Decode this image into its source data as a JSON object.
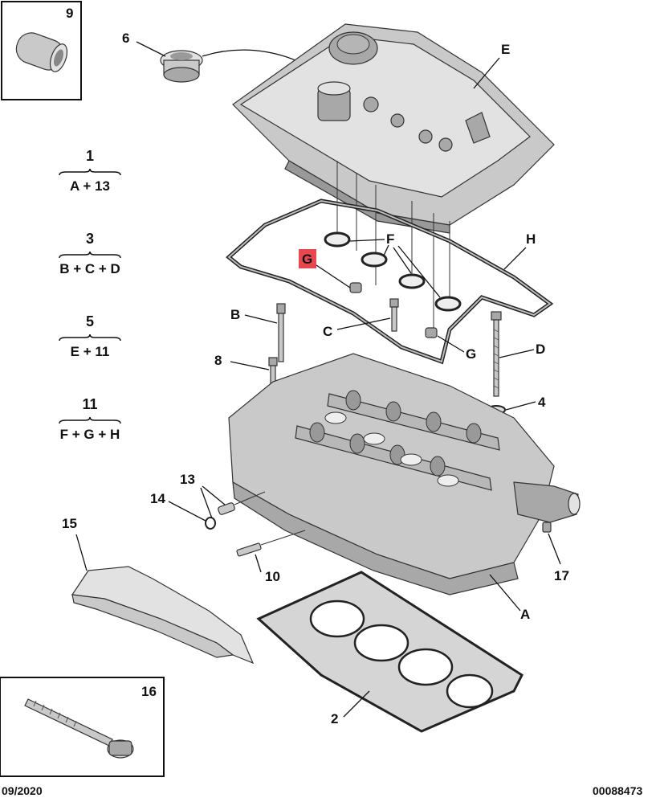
{
  "diagram": {
    "callouts": {
      "c9": "9",
      "c6": "6",
      "cE": "E",
      "cH": "H",
      "cF": "F",
      "cG1": "G",
      "cG2": "G",
      "cB": "B",
      "cC": "C",
      "cD": "D",
      "c8": "8",
      "c4": "4",
      "c13": "13",
      "c14": "14",
      "c15": "15",
      "c10": "10",
      "c17": "17",
      "cA": "A",
      "c16": "16",
      "c2": "2"
    },
    "formulas": [
      {
        "number": "1",
        "expression": "A + 13"
      },
      {
        "number": "3",
        "expression": "B + C + D"
      },
      {
        "number": "5",
        "expression": "E + 11"
      },
      {
        "number": "11",
        "expression": "F + G + H"
      }
    ],
    "highlight_color": "#e8474f",
    "footer": {
      "date": "09/2020",
      "reference": "00088473"
    }
  }
}
